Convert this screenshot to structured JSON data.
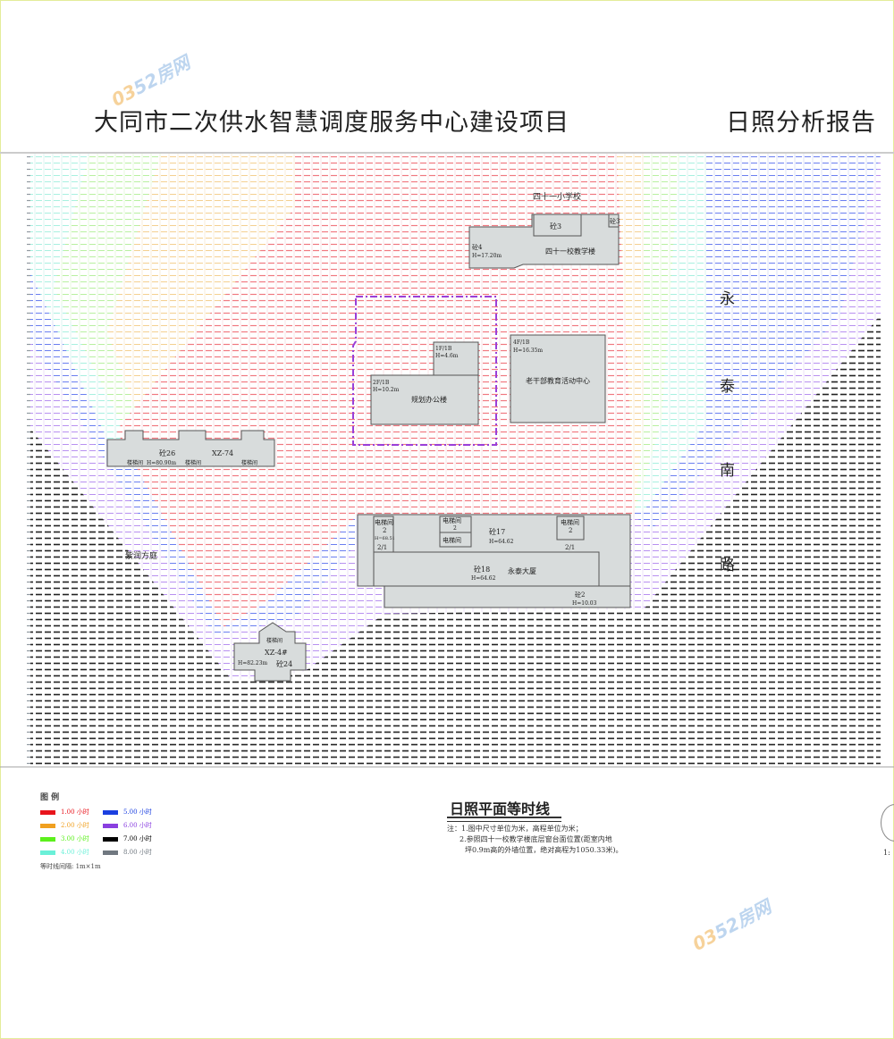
{
  "header": {
    "project_title": "大同市二次供水智慧调度服务中心建设项目",
    "report_title": "日照分析报告"
  },
  "watermark": {
    "logo_text": "0352房网"
  },
  "buildings": {
    "school_area": "四十一小学校",
    "school_b3": "砼3",
    "school_b3b": "砼3",
    "school_b4": "砼4",
    "school_b4_h": "H=17.20m",
    "school_main": "四十一校教学楼",
    "plan_office_small_floor": "1F/1B",
    "plan_office_small_h": "H=4.6m",
    "plan_office_floor": "2F/1B",
    "plan_office_h": "H=10.2m",
    "plan_office": "规划办公楼",
    "elder_center_floor": "4F/1B",
    "elder_center_h": "H=16.35m",
    "elder_center": "老干部教育活动中心",
    "xz74_b26": "砼26",
    "xz74_h": "H=80.90m",
    "xz74": "XZ-74",
    "stair": "楼梯间",
    "xz74_stair_2": "楼梯间",
    "xz74_stair_3": "楼梯间",
    "ziyun": "紫润方庭",
    "yt_elev1": "电梯间",
    "yt_elev1_n": "2",
    "yt_elev1_h": "H=68.51",
    "yt_elev1_f": "2/1",
    "yt_elev2": "电梯间",
    "yt_elev2_n": "2",
    "yt_elev3": "电梯间",
    "yt_b17": "砼17",
    "yt_b17_h": "H=64.62",
    "yt_elev4": "电梯间",
    "yt_elev4_n": "2",
    "yt_elev4_f": "2/1",
    "yt_b18": "砼18",
    "yt_b18_h": "H=64.62",
    "yongtai": "永泰大厦",
    "yt_b2": "砼2",
    "yt_b2_h": "H=10.03",
    "xz4_stair": "楼梯间",
    "xz4": "XZ-4#",
    "xz4_h": "H=82.23m",
    "xz4_b24": "砼24"
  },
  "road": [
    "永",
    "泰",
    "南",
    "路"
  ],
  "legend": {
    "heading": "图 例",
    "items": [
      {
        "label": "1.00 小时",
        "color": "#e8141c"
      },
      {
        "label": "5.00 小时",
        "color": "#1a3fe0"
      },
      {
        "label": "2.00 小时",
        "color": "#f0a020"
      },
      {
        "label": "6.00 小时",
        "color": "#8a3fe0"
      },
      {
        "label": "3.00 小时",
        "color": "#5cf01c"
      },
      {
        "label": "7.00 小时",
        "color": "#000000"
      },
      {
        "label": "4.00 小时",
        "color": "#6af0d8"
      },
      {
        "label": "8.00 小时",
        "color": "#707880"
      }
    ],
    "note": "等时线间隔: 1m×1m"
  },
  "plan": {
    "title": "日照平面等时线",
    "note1": "注：1.图中尺寸单位为米，高程单位为米；",
    "note2": "2.参照四十一校教学楼底层窗台面位置(距室内地",
    "note3": "坪0.9m高的外墙位置，绝对高程为1050.33米)。"
  },
  "edge_label": "1:"
}
